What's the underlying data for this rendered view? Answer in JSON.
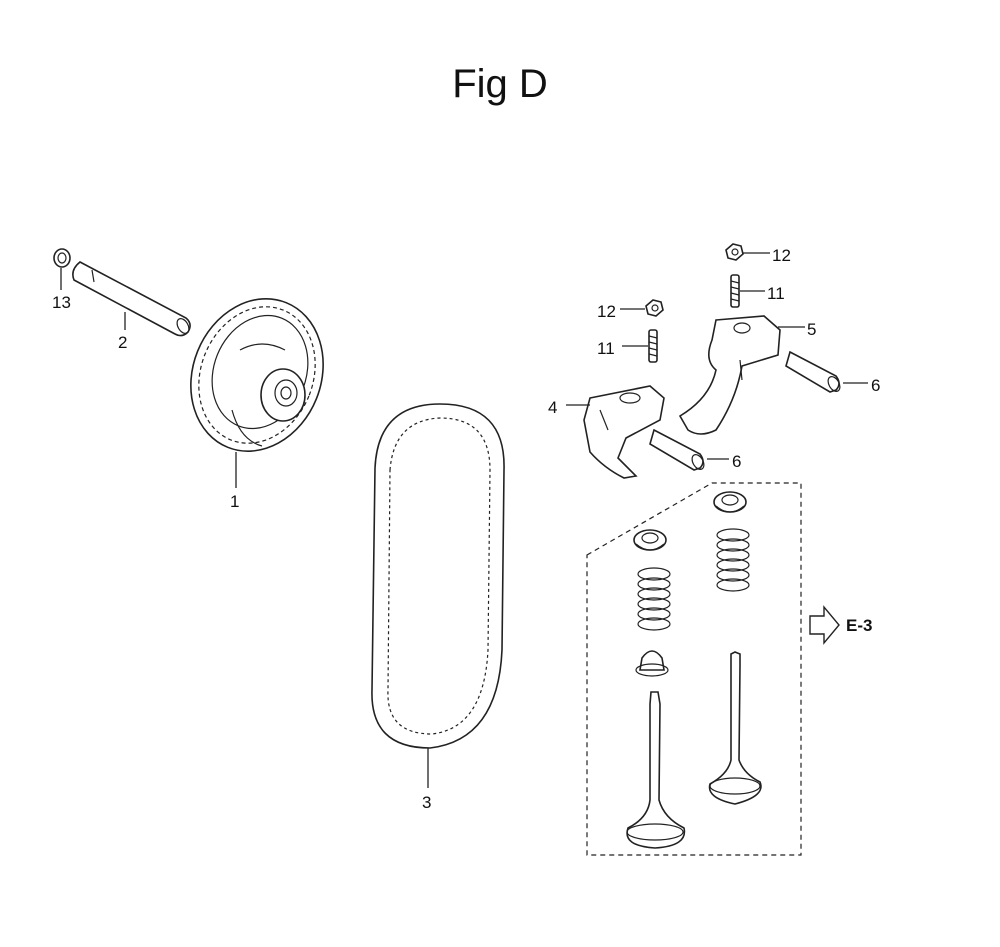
{
  "title": "Fig D",
  "reference": {
    "label": "E-3",
    "icon": "arrow-right-icon"
  },
  "callouts": [
    {
      "id": "1",
      "text": "1"
    },
    {
      "id": "2",
      "text": "2"
    },
    {
      "id": "3",
      "text": "3"
    },
    {
      "id": "4",
      "text": "4"
    },
    {
      "id": "5",
      "text": "5"
    },
    {
      "id": "6a",
      "text": "6"
    },
    {
      "id": "6b",
      "text": "6"
    },
    {
      "id": "11a",
      "text": "11"
    },
    {
      "id": "11b",
      "text": "11"
    },
    {
      "id": "12a",
      "text": "12"
    },
    {
      "id": "12b",
      "text": "12"
    },
    {
      "id": "13",
      "text": "13"
    }
  ]
}
